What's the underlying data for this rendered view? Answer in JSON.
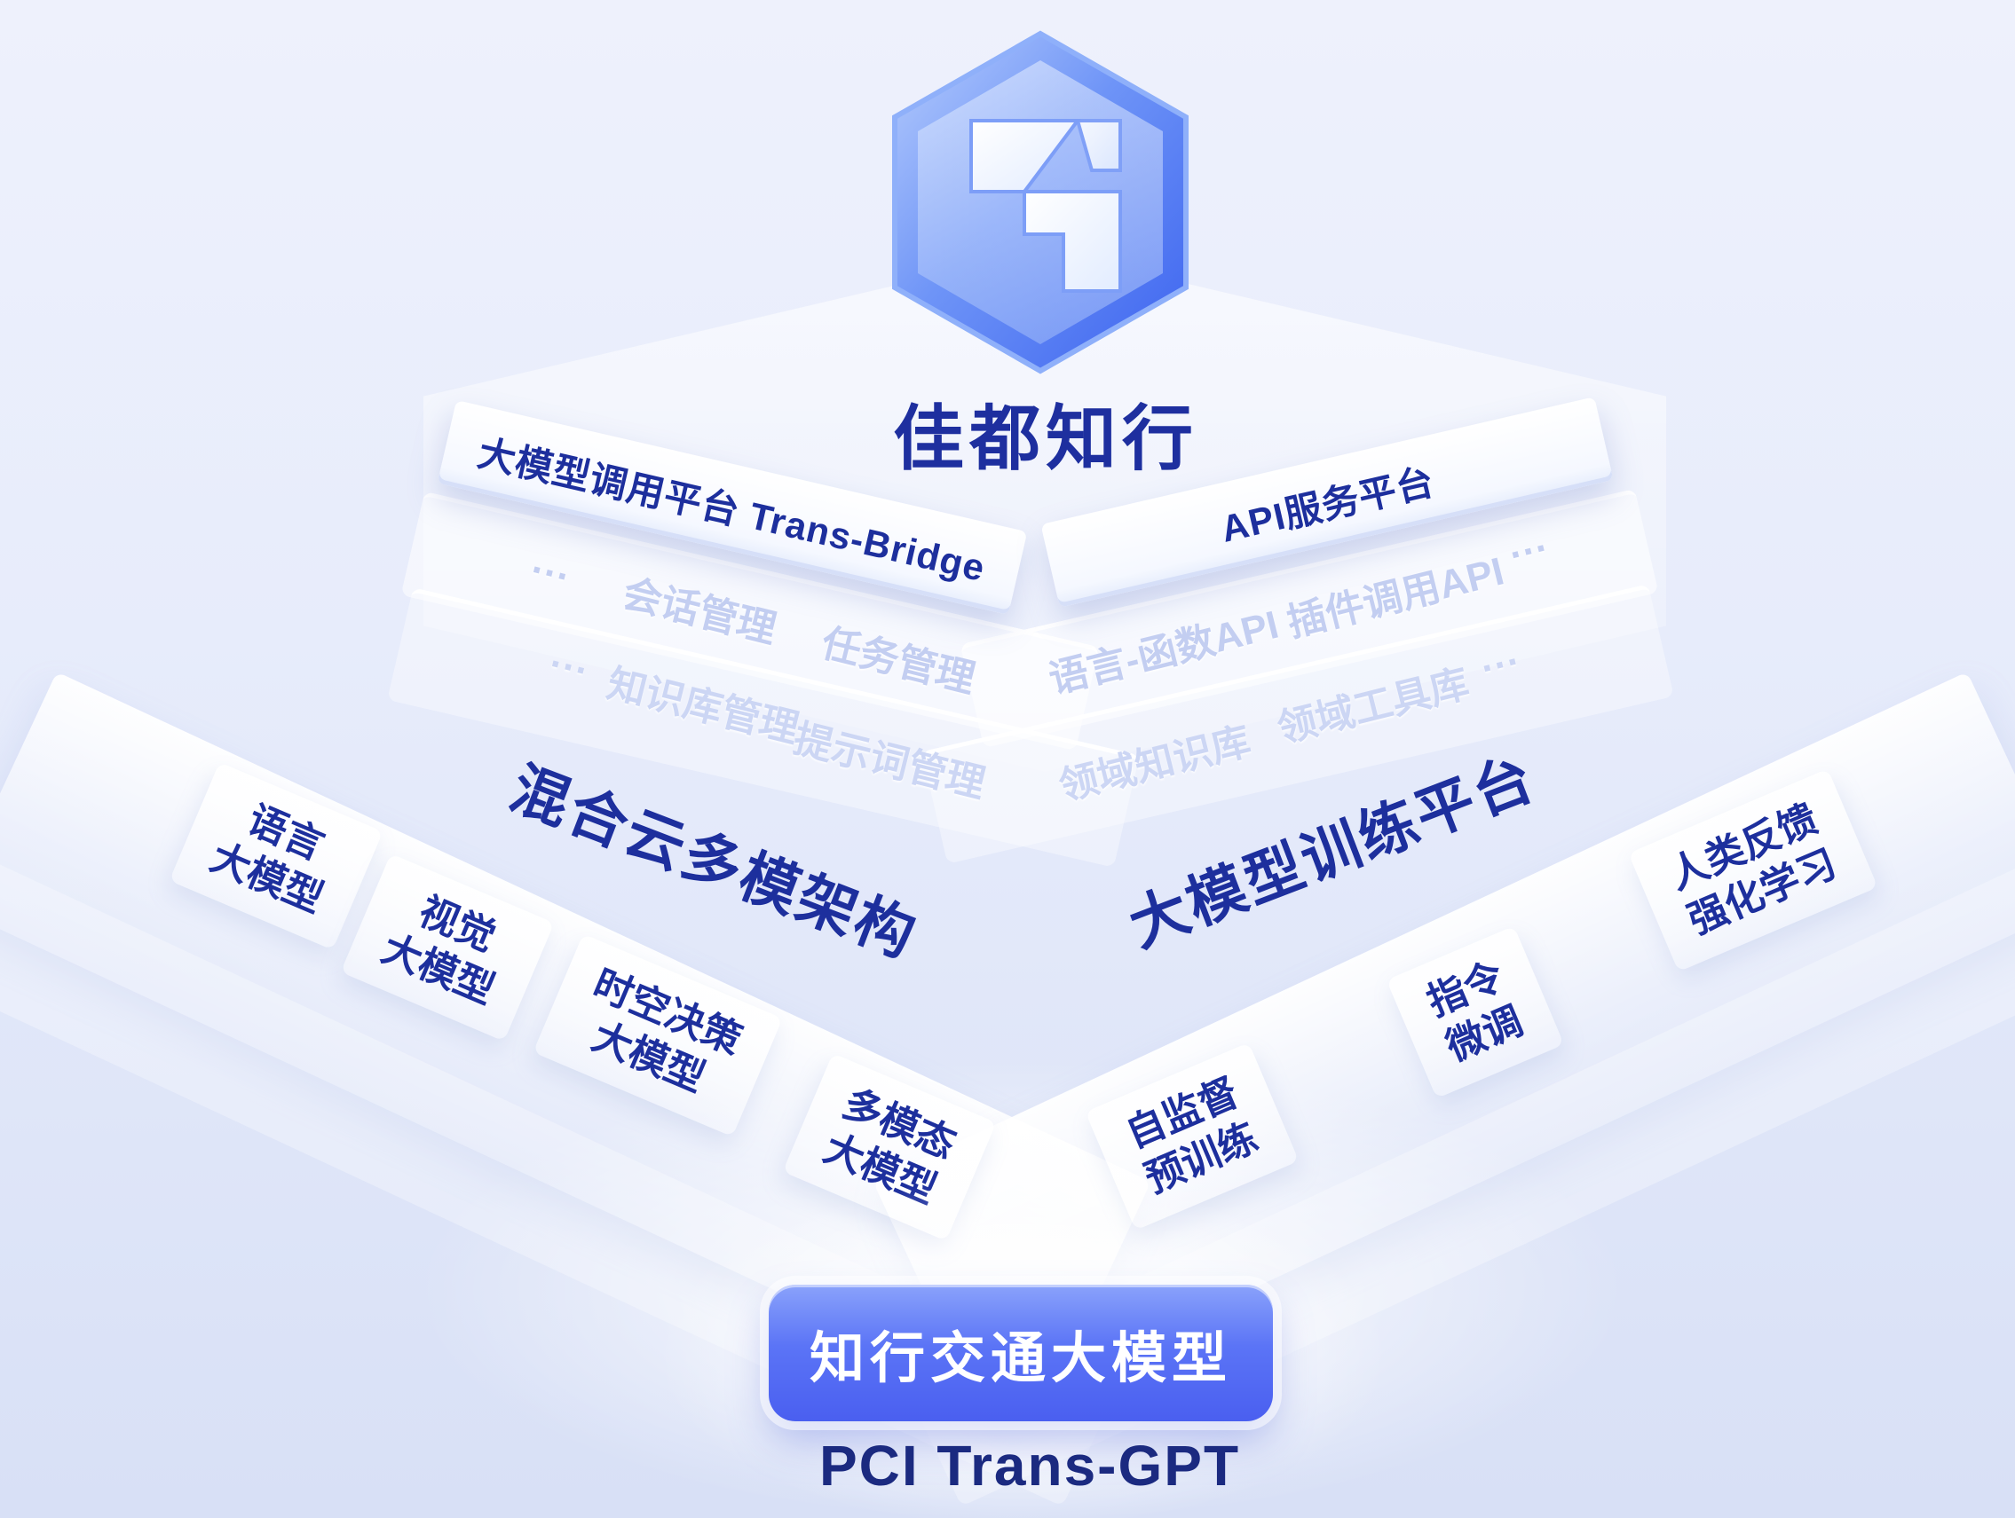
{
  "brand": {
    "name": "佳都知行",
    "logo_icon": "hexagon-emblem-logo"
  },
  "top_platform": {
    "left_face": "大模型调用平台 Trans-Bridge",
    "right_face": "API服务平台"
  },
  "service_layers": {
    "row1_left": [
      "···",
      "会话管理",
      "任务管理"
    ],
    "row1_right": [
      "语言-函数API",
      "插件调用API",
      "···"
    ],
    "row2_left": [
      "···",
      "知识库管理",
      "提示词管理"
    ],
    "row2_right": [
      "领域知识库",
      "领域工具库",
      "···"
    ]
  },
  "wings": {
    "left": {
      "title": "混合云多模架构",
      "tiles": [
        [
          "语言",
          "大模型"
        ],
        [
          "视觉",
          "大模型"
        ],
        [
          "时空决策",
          "大模型"
        ],
        [
          "多模态",
          "大模型"
        ]
      ]
    },
    "right": {
      "title": "大模型训练平台",
      "tiles": [
        [
          "自监督",
          "预训练"
        ],
        [
          "指令",
          "微调"
        ],
        [
          "人类反馈",
          "强化学习"
        ]
      ]
    }
  },
  "footer": {
    "badge": "知行交通大模型",
    "product_name": "PCI Trans-GPT"
  },
  "colors": {
    "background_top": "#eef1fc",
    "background_bottom": "#d8e0f6",
    "text_primary": "#1d2f9d",
    "ghost_label": "#c3cef1",
    "badge_top": "#8aa2fb",
    "badge_bottom": "#4a5ff0",
    "logo_blue": "#4a74f3"
  }
}
